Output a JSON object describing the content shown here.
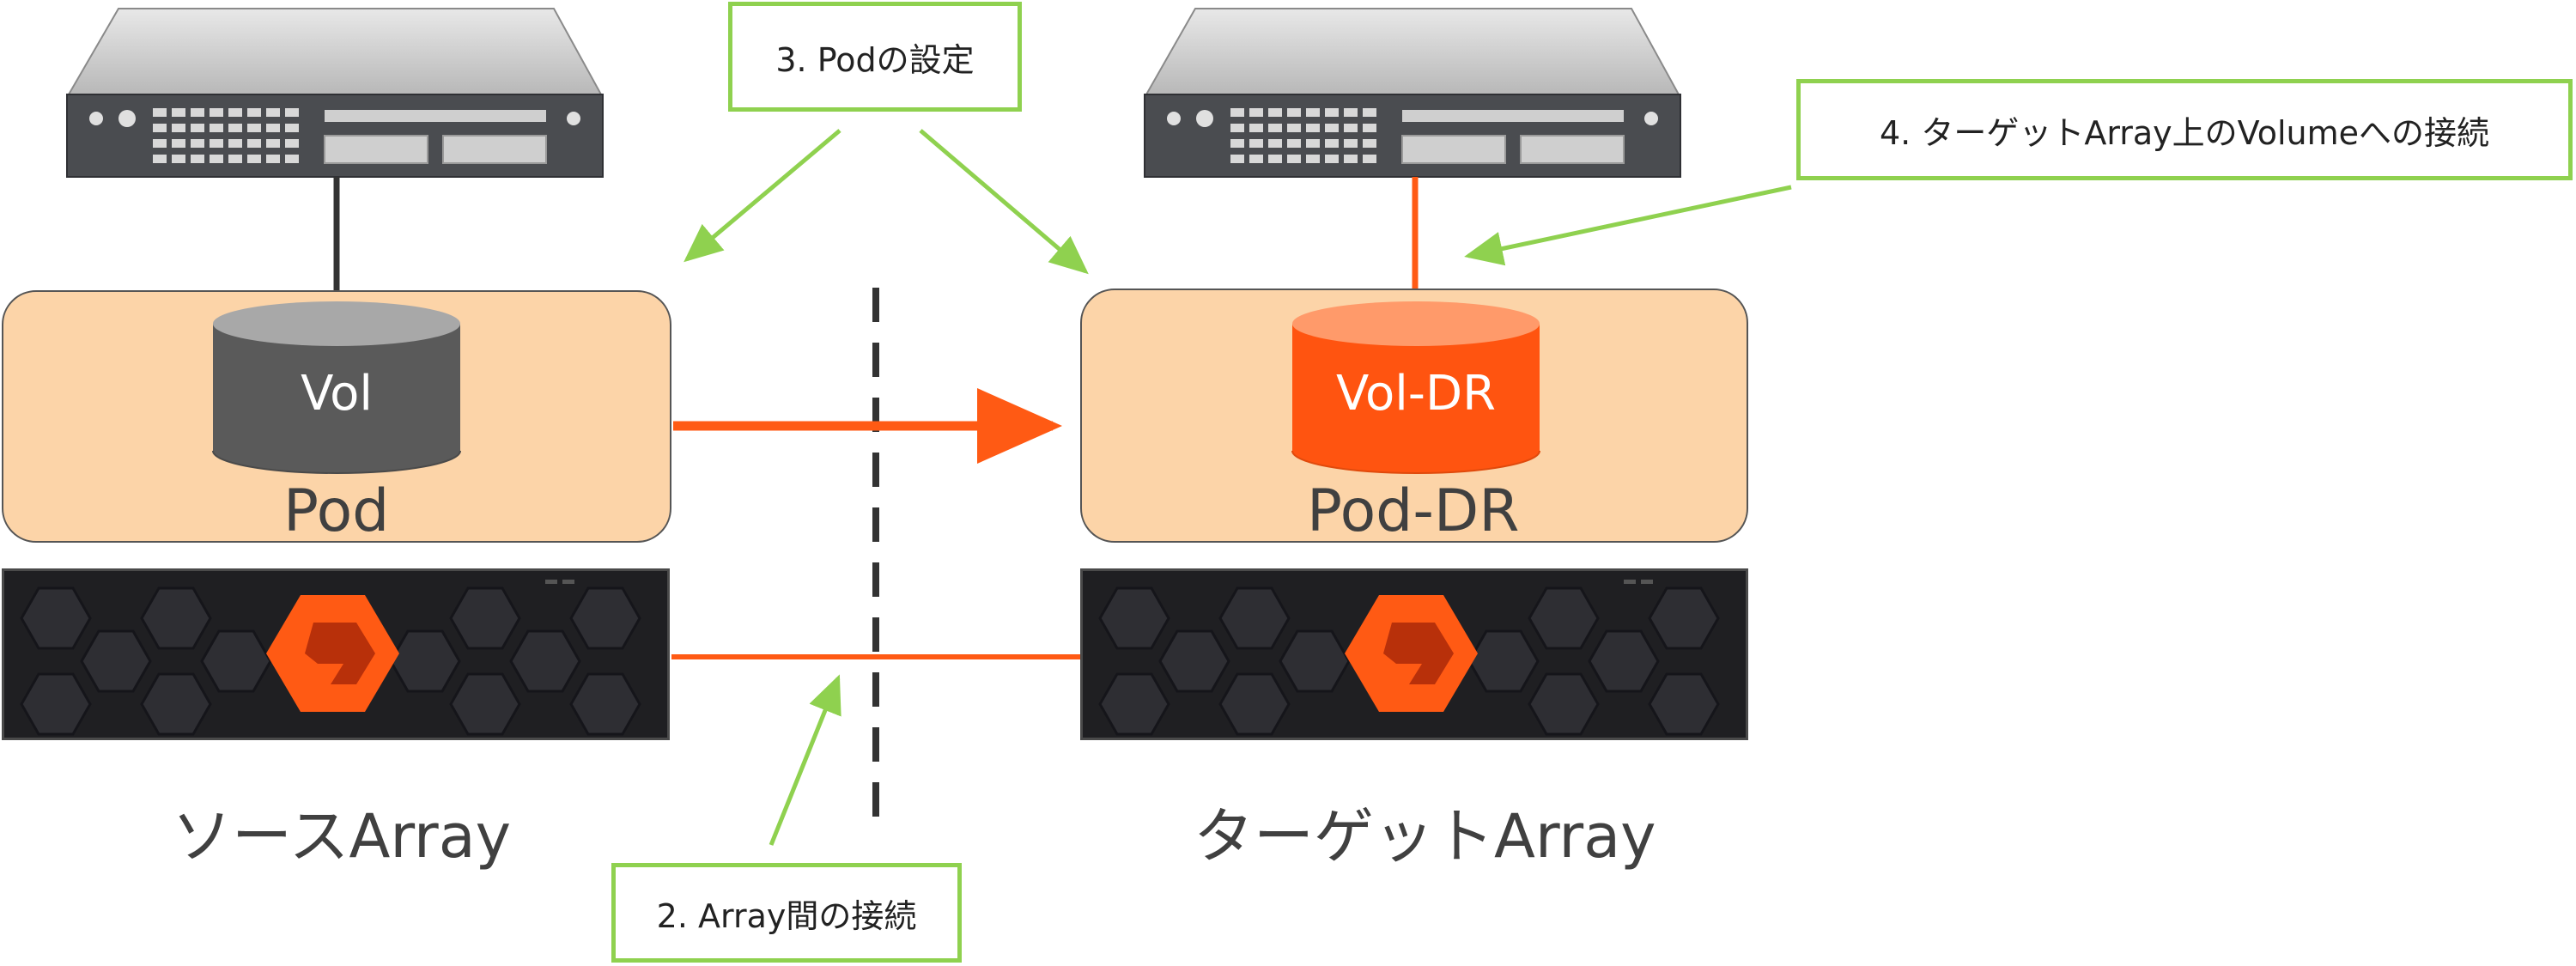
{
  "source": {
    "volume_label": "Vol",
    "pod_label": "Pod",
    "array_label": "ソースArray"
  },
  "target": {
    "volume_label": "Vol-DR",
    "pod_label": "Pod-DR",
    "array_label": "ターゲットArray"
  },
  "steps": {
    "pod_config": "3. Podの設定",
    "array_connect": "2. Array間の接続",
    "volume_connect": "4. ターゲットArray上のVolumeへの接続"
  },
  "colors": {
    "pod_fill": "#fcd4a8",
    "source_volume": "#5a5a5a",
    "target_volume": "#ff5410",
    "replication_line": "#ff5a14",
    "callout_border": "#8fd14f",
    "server_body": "#4a4c50",
    "array_body": "#1f1f22",
    "logo": "#ff5a14"
  },
  "icons": {
    "server": "rack-server-icon",
    "array": "storage-array-icon",
    "logo": "pure-storage-logo-icon"
  }
}
